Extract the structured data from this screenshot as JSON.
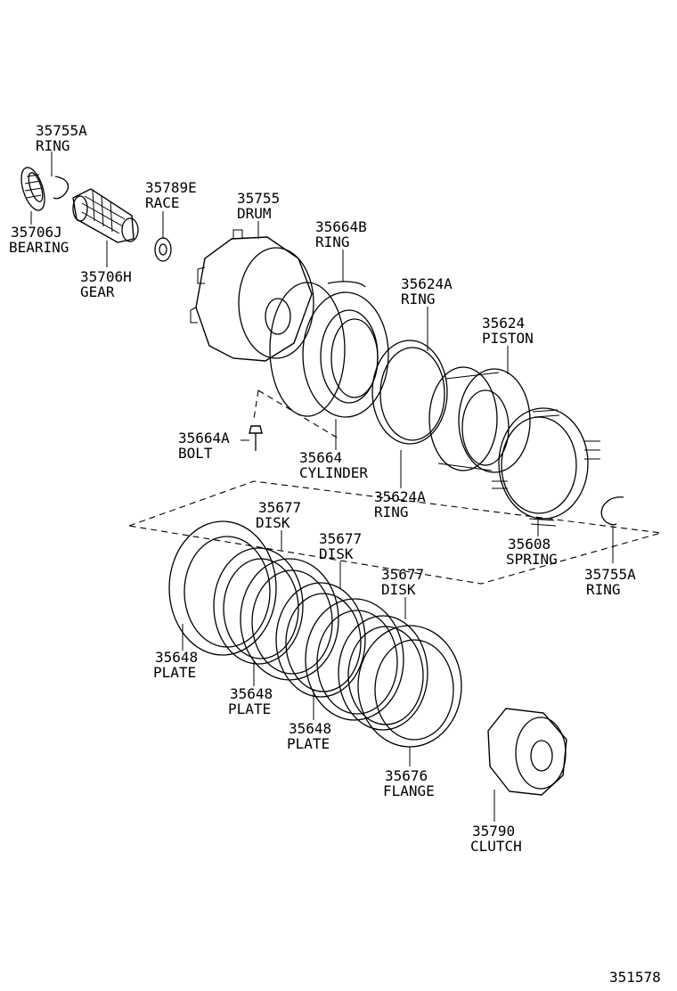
{
  "figure_code": "351578",
  "parts": [
    {
      "id": "ring_top",
      "number": "35755A",
      "name": "RING"
    },
    {
      "id": "bearing",
      "number": "35706J",
      "name": "BEARING"
    },
    {
      "id": "gear",
      "number": "35706H",
      "name": "GEAR"
    },
    {
      "id": "race",
      "number": "35789E",
      "name": "RACE"
    },
    {
      "id": "drum",
      "number": "35755",
      "name": "DRUM"
    },
    {
      "id": "ring_b",
      "number": "35664B",
      "name": "RING"
    },
    {
      "id": "ring_624a_top",
      "number": "35624A",
      "name": "RING"
    },
    {
      "id": "piston",
      "number": "35624",
      "name": "PISTON"
    },
    {
      "id": "bolt",
      "number": "35664A",
      "name": "BOLT"
    },
    {
      "id": "cylinder",
      "number": "35664",
      "name": "CYLINDER"
    },
    {
      "id": "ring_624a_bottom",
      "number": "35624A",
      "name": "RING"
    },
    {
      "id": "spring",
      "number": "35608",
      "name": "SPRING"
    },
    {
      "id": "ring_right",
      "number": "35755A",
      "name": "RING"
    },
    {
      "id": "disk1",
      "number": "35677",
      "name": "DISK"
    },
    {
      "id": "disk2",
      "number": "35677",
      "name": "DISK"
    },
    {
      "id": "disk3",
      "number": "35677",
      "name": "DISK"
    },
    {
      "id": "plate1",
      "number": "35648",
      "name": "PLATE"
    },
    {
      "id": "plate2",
      "number": "35648",
      "name": "PLATE"
    },
    {
      "id": "plate3",
      "number": "35648",
      "name": "PLATE"
    },
    {
      "id": "flange",
      "number": "35676",
      "name": "FLANGE"
    },
    {
      "id": "clutch",
      "number": "35790",
      "name": "CLUTCH"
    }
  ]
}
